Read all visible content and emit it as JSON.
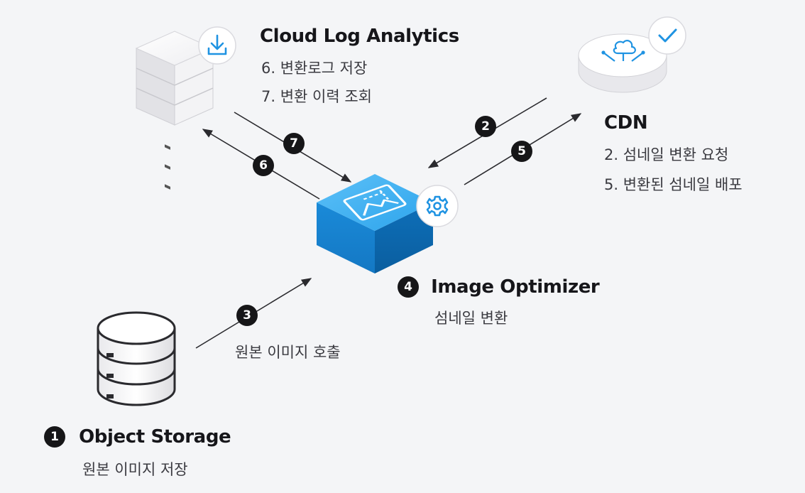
{
  "nodes": {
    "cloud_log": {
      "title": "Cloud Log Analytics",
      "lines": [
        "6. 변환로그 저장",
        "7. 변환 이력 조회"
      ],
      "icon": "download-icon"
    },
    "cdn": {
      "title": "CDN",
      "lines": [
        "2. 섬네일 변환 요청",
        "5. 변환된 섬네일 배포"
      ],
      "icon": "check-icon"
    },
    "image_optimizer": {
      "step": "4",
      "title": "Image Optimizer",
      "lines": [
        "섬네일 변환"
      ],
      "icon": "gear-icon"
    },
    "object_storage": {
      "step": "1",
      "title": "Object Storage",
      "lines": [
        "원본 이미지 저장"
      ]
    }
  },
  "arrows": {
    "step2": "2",
    "step3": "3",
    "step3_label": "원본 이미지 호출",
    "step5": "5",
    "step6": "6",
    "step7": "7"
  },
  "colors": {
    "accent_blue": "#1f93e2",
    "badge": "#161618",
    "line": "#2a2a2e",
    "background": "#f4f5f7"
  }
}
